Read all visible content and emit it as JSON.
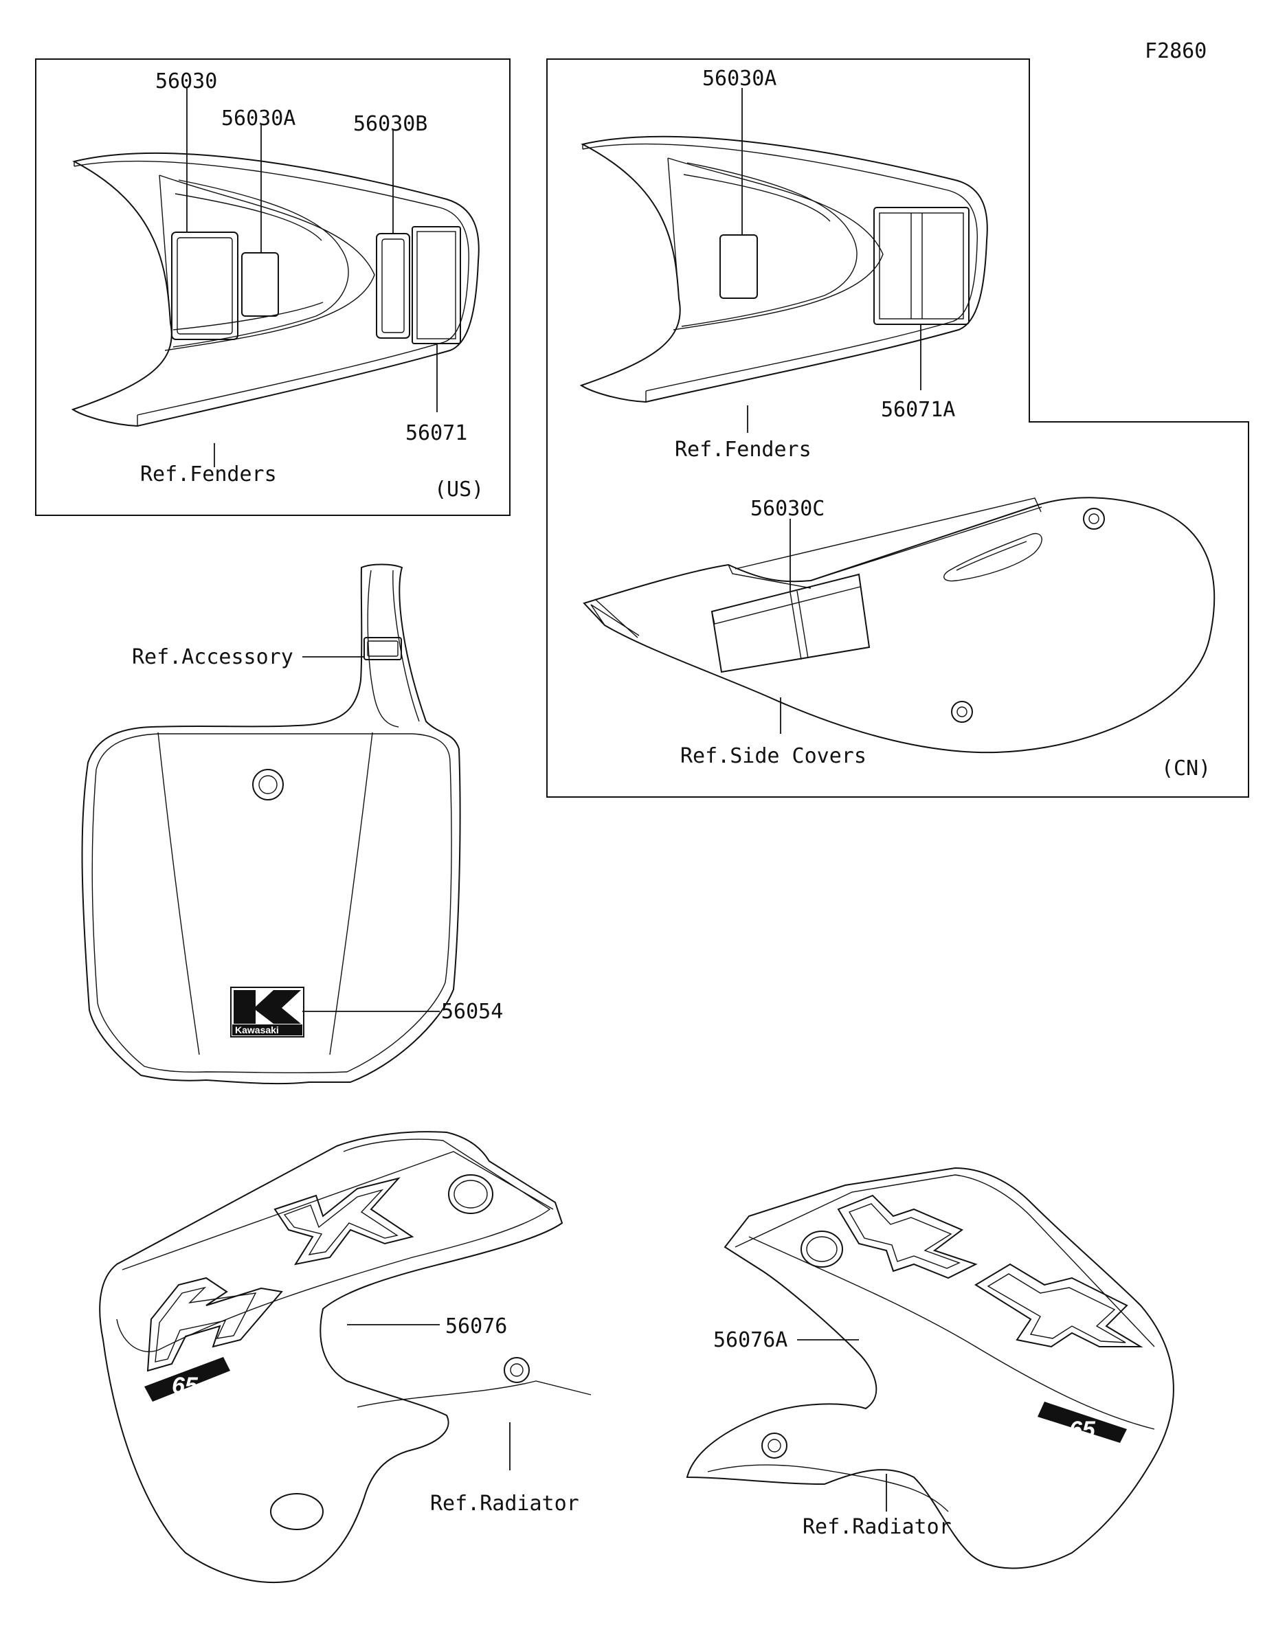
{
  "figure_code": "F2860",
  "panels": {
    "us": {
      "region": "(US)",
      "labels": {
        "p56030": "56030",
        "p56030a": "56030A",
        "p56030b": "56030B",
        "p56071": "56071",
        "ref_fenders": "Ref.Fenders"
      }
    },
    "cn": {
      "region": "(CN)",
      "labels": {
        "p56030a": "56030A",
        "p56071a": "56071A",
        "ref_fenders": "Ref.Fenders",
        "p56030c": "56030C",
        "ref_side_covers": "Ref.Side Covers"
      }
    }
  },
  "number_plate": {
    "ref_accessory": "Ref.Accessory",
    "p56054": "56054",
    "logo_text": "Kawasaki"
  },
  "shrouds": {
    "left": {
      "part": "56076",
      "ref_radiator": "Ref.Radiator",
      "model_mark": "65"
    },
    "right": {
      "part": "56076A",
      "ref_radiator": "Ref.Radiator",
      "model_mark": "65"
    }
  },
  "colors": {
    "line": "#111111",
    "background": "#ffffff"
  }
}
